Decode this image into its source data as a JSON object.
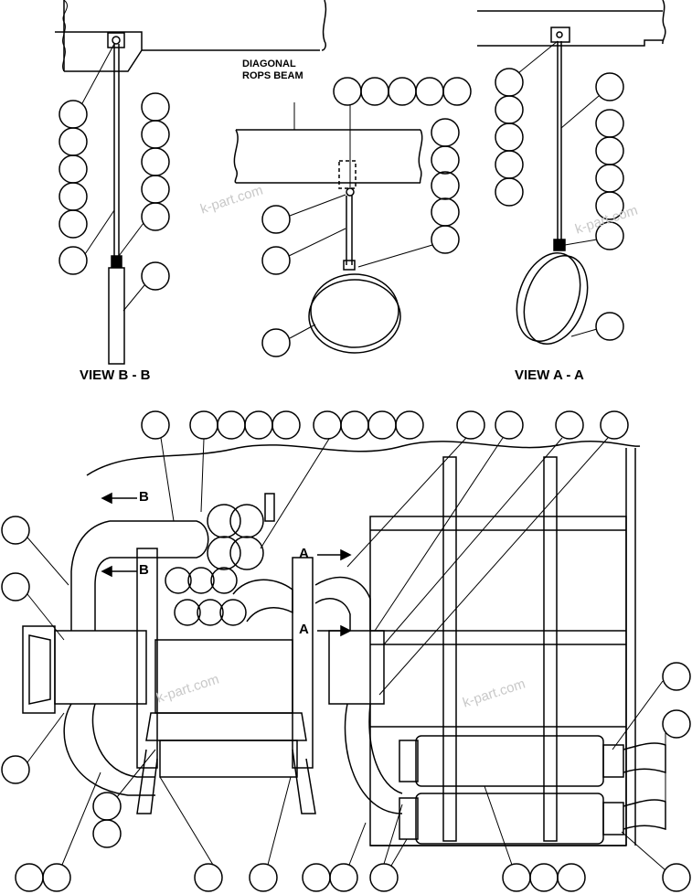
{
  "views": {
    "view_b": {
      "title": "VIEW B - B"
    },
    "view_a": {
      "title": "VIEW A - A"
    }
  },
  "annotations": {
    "diagonal_beam_line1": "DIAGONAL",
    "diagonal_beam_line2": "ROPS BEAM"
  },
  "section_markers": {
    "b_upper": "B",
    "b_lower": "B",
    "a_upper": "A",
    "a_lower": "A"
  },
  "watermark": "k-part.com",
  "colors": {
    "line": "#000000",
    "background": "#ffffff",
    "watermark": "#c8c8c8"
  }
}
